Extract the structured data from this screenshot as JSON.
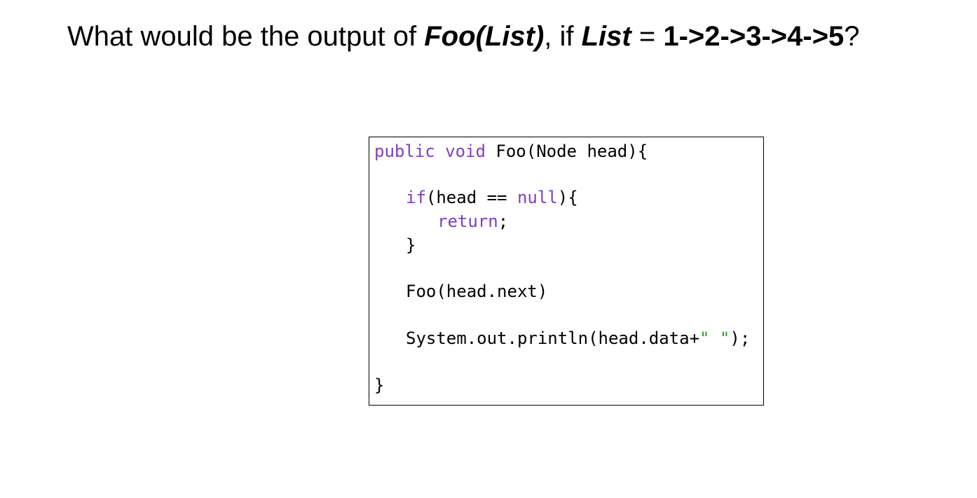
{
  "question": {
    "prefix": "What would be the output of ",
    "func_call": "Foo(List)",
    "middle": ", if ",
    "var_name": "List",
    "equals": " = ",
    "list_value": "1->2->3->4->5",
    "suffix": "?"
  },
  "code": {
    "line1_kw": "public void",
    "line1_rest": " Foo(Node head){",
    "line2_kw1": "if",
    "line2_mid": "(head == ",
    "line2_kw2": "null",
    "line2_end": "){",
    "line3_kw": "return",
    "line3_end": ";",
    "line4": "}",
    "line5": "Foo(head.next)",
    "line6_start": "System.out.println(head.data+",
    "line6_str": "\" \"",
    "line6_end": ");",
    "line7": "}"
  },
  "colors": {
    "keyword": "#7f3fbf",
    "string": "#2e9e2e",
    "text": "#000000",
    "border": "#000000"
  }
}
